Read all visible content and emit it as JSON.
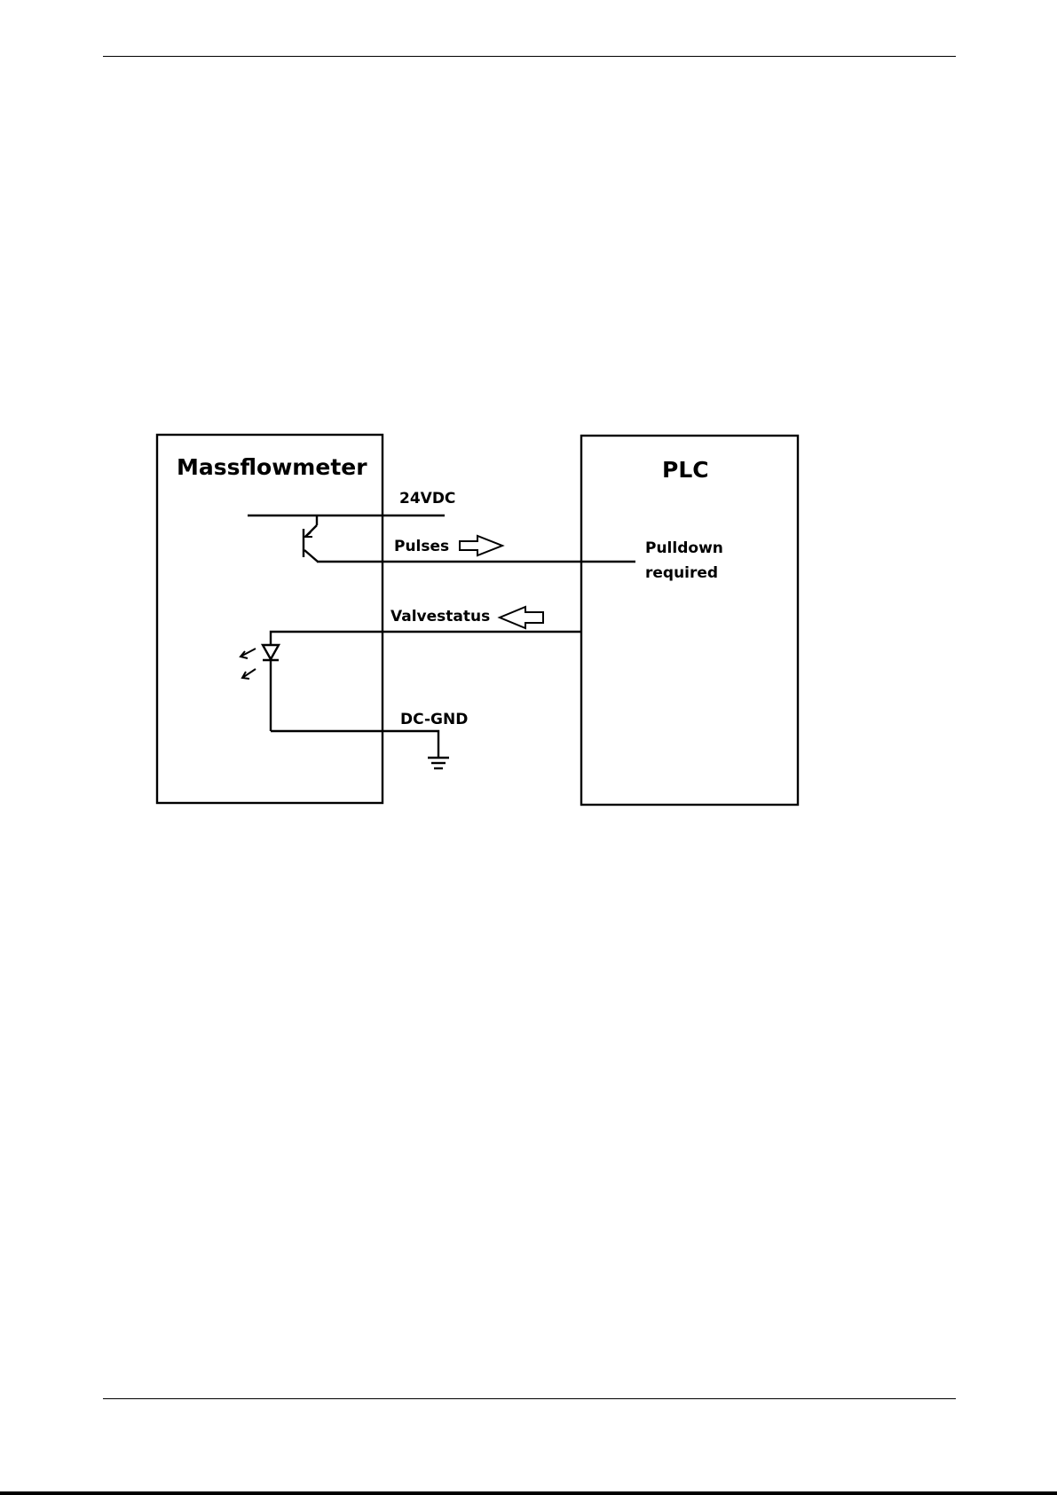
{
  "diagram": {
    "blocks": {
      "meter": "Massflowmeter",
      "plc": "PLC"
    },
    "signals": {
      "supply": "24VDC",
      "pulses": "Pulses",
      "valve": "Valvestatus",
      "ground": "DC-GND"
    },
    "plc_note": {
      "line1": "Pulldown",
      "line2": "required"
    }
  }
}
